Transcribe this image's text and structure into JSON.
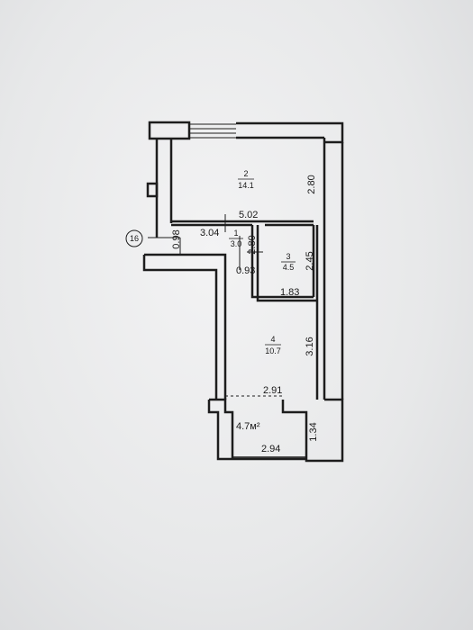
{
  "plan": {
    "axis_marker": "16",
    "rooms": [
      {
        "number": "1",
        "area": "3.0"
      },
      {
        "number": "2",
        "area": "14.1"
      },
      {
        "number": "3",
        "area": "4.5"
      },
      {
        "number": "4",
        "area": "10.7"
      }
    ],
    "balcony_area": "4.7м²",
    "dimensions": {
      "room2_height": "2.80",
      "room2_width": "5.02",
      "corridor_width": "3.04",
      "corridor_height": "2.80",
      "entry_width": "0.98",
      "entry_offset": "0.93",
      "bath_height": "2.45",
      "bath_width": "1.83",
      "room4_height": "3.16",
      "room4_width": "2.91",
      "balcony_width": "2.94",
      "balcony_height": "1.34"
    }
  }
}
